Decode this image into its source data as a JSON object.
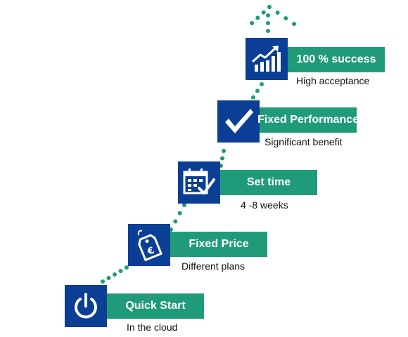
{
  "colors": {
    "icon_bg": "#0a3f95",
    "label_bg": "#1f9b7a",
    "dots": "#1f9b7a"
  },
  "steps": [
    {
      "title": "Quick Start",
      "subtitle": "In the cloud",
      "icon": "power-icon"
    },
    {
      "title": "Fixed Price",
      "subtitle": "Different plans",
      "icon": "euro-price-tag-icon"
    },
    {
      "title": "Set time",
      "subtitle": "4 -8 weeks",
      "icon": "calendar-check-icon"
    },
    {
      "title": "Fixed Performance",
      "subtitle": "Significant benefit",
      "icon": "checkmark-icon"
    },
    {
      "title": "100 % success",
      "subtitle": "High acceptance",
      "icon": "growth-chart-icon"
    }
  ]
}
